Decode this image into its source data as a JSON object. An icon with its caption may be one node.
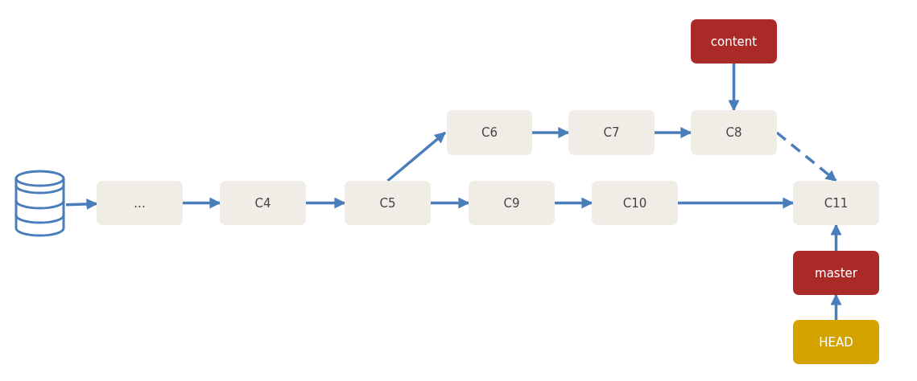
{
  "diagram": {
    "nodes": [
      {
        "text": [],
        "shape": "cylinder"
      },
      {
        "text": [
          "..."
        ]
      },
      {
        "text": [
          "C4"
        ]
      },
      {
        "text": [
          "C5"
        ]
      },
      {
        "text": [
          "C6"
        ]
      },
      {
        "text": [
          "C7"
        ]
      },
      {
        "text": [
          "C8"
        ]
      },
      {
        "text": [
          "C9"
        ]
      },
      {
        "text": [
          "C10"
        ]
      },
      {
        "text": [
          "C11"
        ]
      },
      {
        "text": [
          "content"
        ]
      },
      {
        "text": [
          "master"
        ]
      },
      {
        "text": [
          "HEAD"
        ]
      }
    ],
    "edges": [
      {
        "from": 0,
        "to": 1,
        "arrow": "to"
      },
      {
        "from": 1,
        "to": 2,
        "arrow": "to"
      },
      {
        "from": 2,
        "to": 3,
        "arrow": "to"
      },
      {
        "from": 3,
        "to": 4,
        "arrow": "to"
      },
      {
        "from": 4,
        "to": 5,
        "arrow": "to"
      },
      {
        "from": 5,
        "to": 6,
        "arrow": "to"
      },
      {
        "from": 6,
        "to": 9,
        "arrow": "to",
        "style": "dashed"
      },
      {
        "from": 3,
        "to": 7,
        "arrow": "to"
      },
      {
        "from": 7,
        "to": 8,
        "arrow": "to"
      },
      {
        "from": 8,
        "to": 9,
        "arrow": "to"
      },
      {
        "from": 10,
        "to": 6,
        "arrow": "to"
      },
      {
        "from": 11,
        "to": 9,
        "arrow": "to"
      },
      {
        "from": 12,
        "to": 11,
        "arrow": "to"
      }
    ]
  }
}
